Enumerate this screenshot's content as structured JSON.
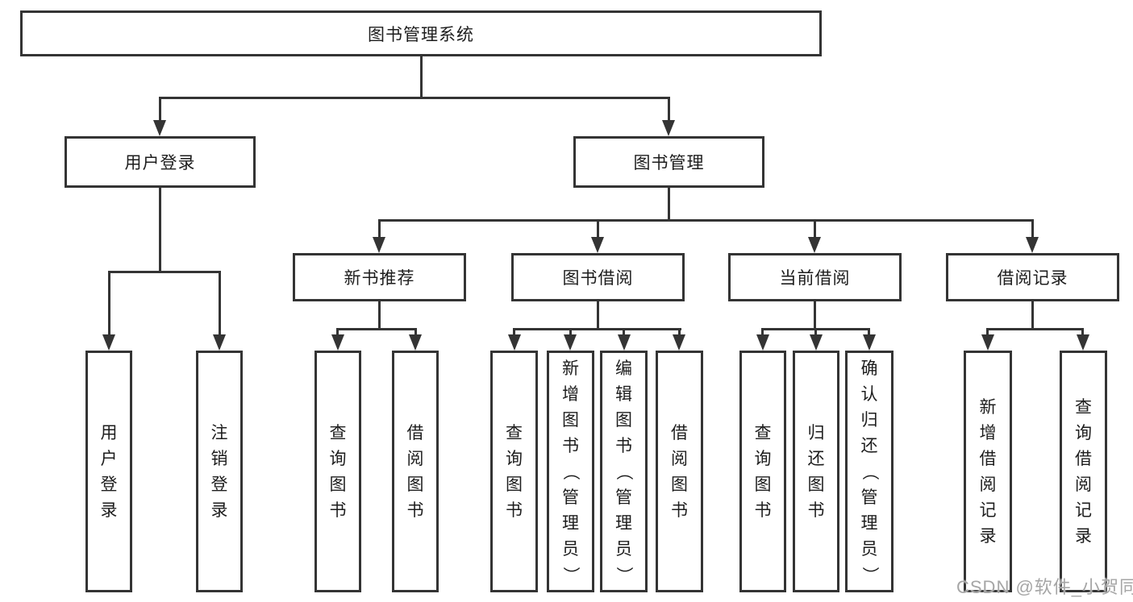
{
  "tree": {
    "root": "图书管理系统",
    "l2": [
      "用户登录",
      "图书管理"
    ],
    "l3": [
      "新书推荐",
      "图书借阅",
      "当前借阅",
      "借阅记录"
    ],
    "leaves": {
      "login": [
        "用户登录",
        "注销登录"
      ],
      "rec": [
        "查询图书",
        "借阅图书"
      ],
      "borrow": [
        "查询图书",
        "新增图书（管理员）",
        "编辑图书（管理员）",
        "借阅图书"
      ],
      "current": [
        "查询图书",
        "归还图书",
        "确认归还（管理员）"
      ],
      "records": [
        "新增借阅记录",
        "查询借阅记录"
      ]
    }
  },
  "watermark": "CSDN @软件_小贺同学",
  "colors": {
    "line": "#343434",
    "text": "#1d1d1d",
    "watermark": "#a6a6a6",
    "background": "#ffffff"
  }
}
